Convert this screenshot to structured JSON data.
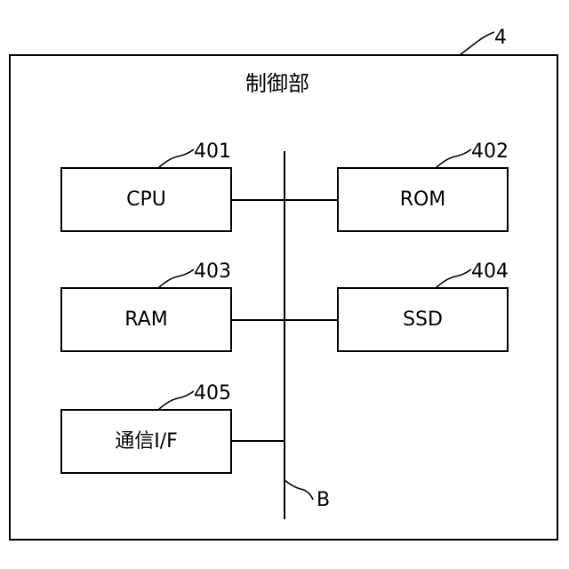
{
  "diagram": {
    "outer": {
      "label": "制御部",
      "ref": "4"
    },
    "bus": {
      "ref": "B"
    },
    "blocks": [
      {
        "key": "cpu",
        "label": "CPU",
        "ref": "401"
      },
      {
        "key": "rom",
        "label": "ROM",
        "ref": "402"
      },
      {
        "key": "ram",
        "label": "RAM",
        "ref": "403"
      },
      {
        "key": "ssd",
        "label": "SSD",
        "ref": "404"
      },
      {
        "key": "comm",
        "label": "通信I/F",
        "ref": "405"
      }
    ]
  }
}
